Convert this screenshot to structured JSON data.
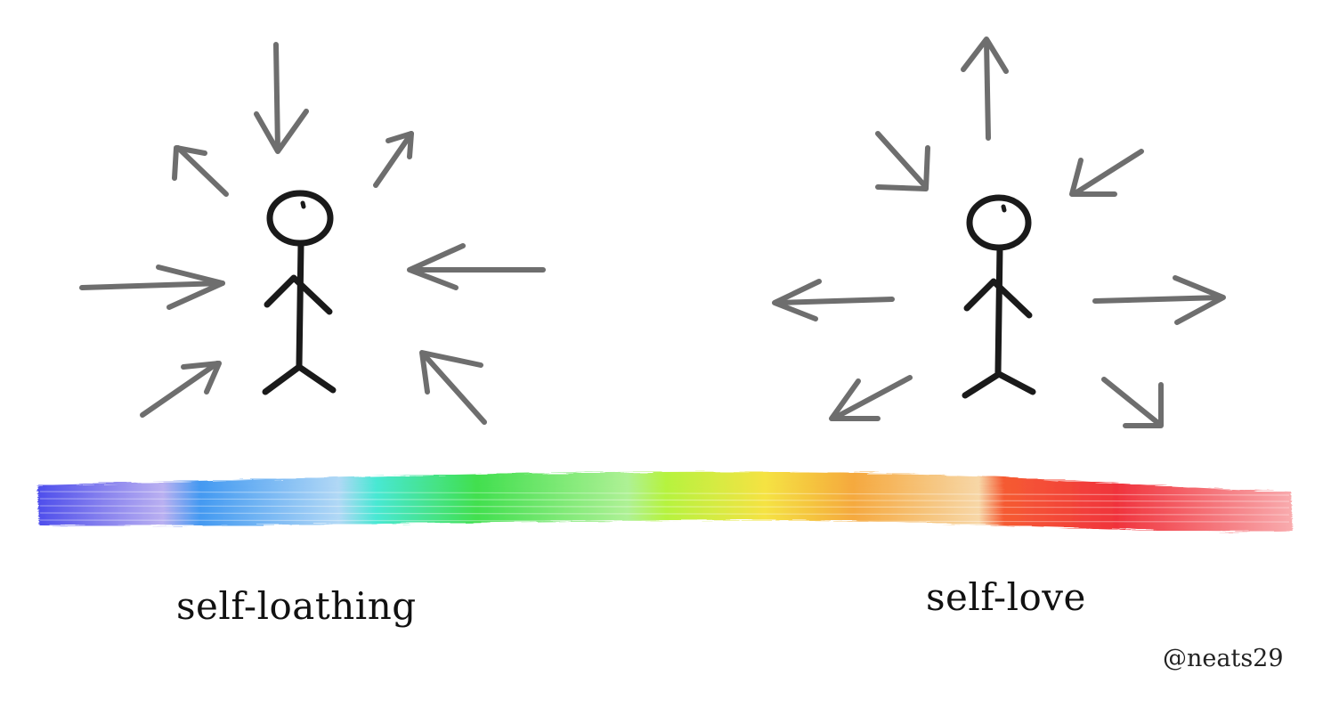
{
  "labels": {
    "left": "self-loathing",
    "right": "self-love"
  },
  "credit": "@neats29",
  "colors": {
    "stick_figure": "#1a1a1a",
    "arrows": "#6e6e6e",
    "spectrum": [
      "#3b3bea",
      "#b3a8f0",
      "#2f8ff0",
      "#a9d4f5",
      "#35e6cf",
      "#2ddc3c",
      "#a6f08a",
      "#aef22c",
      "#f5e02e",
      "#f5a02a",
      "#f7d39e",
      "#f54a1e",
      "#ef1e28",
      "#f9a3a6"
    ]
  },
  "figures": [
    {
      "name": "self-loathing-figure",
      "arrows_direction": "inward"
    },
    {
      "name": "self-love-figure",
      "arrows_direction": "outward"
    }
  ]
}
